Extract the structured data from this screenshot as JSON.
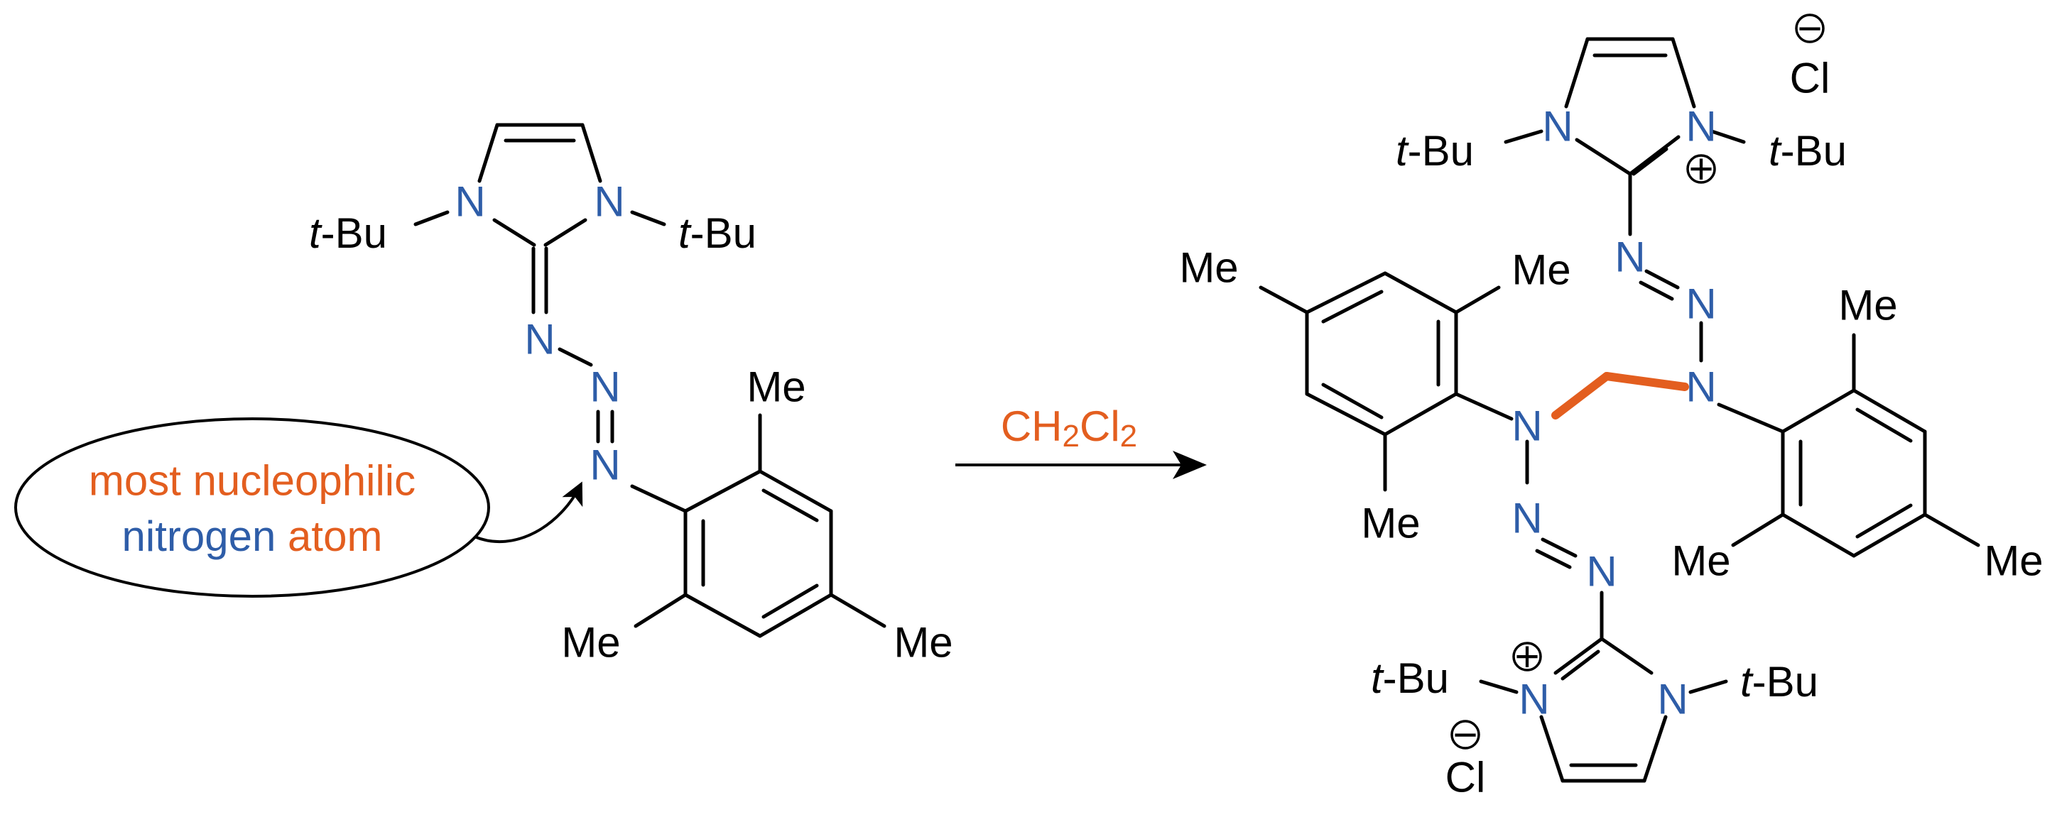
{
  "colors": {
    "nitrogen": "#2E5DA8",
    "highlight": "#E35E1F",
    "text": "#000000"
  },
  "labels": {
    "tbu_t": "t",
    "tbu_rest": "-Bu",
    "N": "N",
    "Me": "Me",
    "Cl": "Cl",
    "plus": "+",
    "minus": "−"
  },
  "reagent": {
    "text": "CH",
    "sub1": "2",
    "text2": "Cl",
    "sub2": "2"
  },
  "callout": {
    "line1": "most nucleophilic",
    "line2_nitrogen": "nitrogen",
    "line2_atom": "atom"
  }
}
